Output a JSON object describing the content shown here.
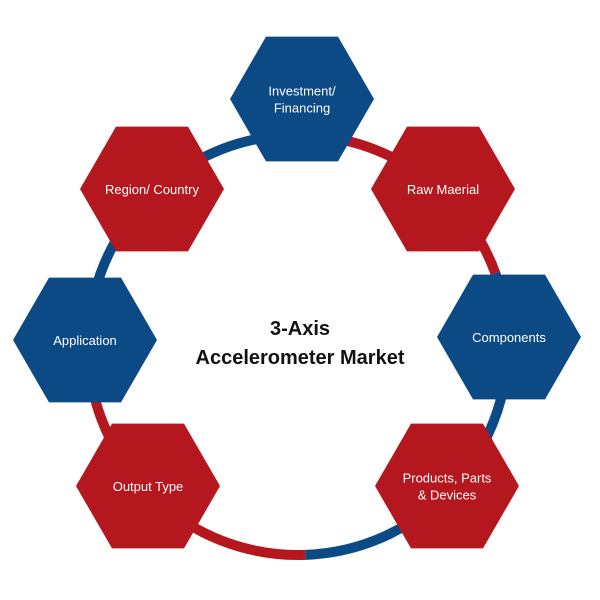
{
  "title": {
    "line1": "3-Axis",
    "line2": "Accelerometer Market"
  },
  "colors": {
    "red": "#b5171e",
    "blue": "#0c4a86",
    "title": "#111111",
    "label": "#ffffff"
  },
  "nodes": [
    {
      "id": "investment",
      "lines": [
        "Investment/",
        "Financing"
      ],
      "color": "blue"
    },
    {
      "id": "raw-material",
      "lines": [
        "Raw Maerial"
      ],
      "color": "red"
    },
    {
      "id": "components",
      "lines": [
        "Components"
      ],
      "color": "blue"
    },
    {
      "id": "products",
      "lines": [
        "Products, Parts",
        "& Devices"
      ],
      "color": "red"
    },
    {
      "id": "output-type",
      "lines": [
        "Output Type"
      ],
      "color": "red"
    },
    {
      "id": "application",
      "lines": [
        "Application"
      ],
      "color": "blue"
    },
    {
      "id": "region",
      "lines": [
        "Region/ Country"
      ],
      "color": "red"
    }
  ]
}
